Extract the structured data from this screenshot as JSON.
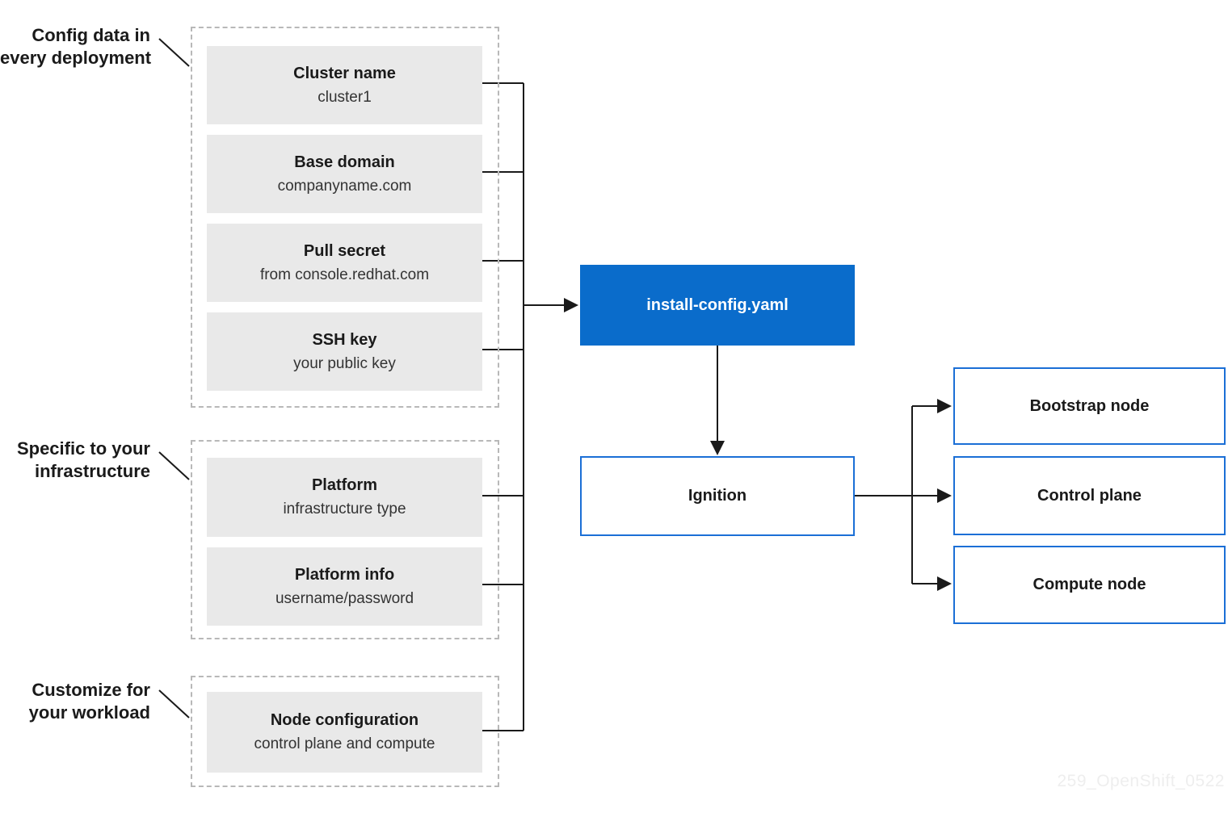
{
  "colors": {
    "accent_blue": "#0a6ccb",
    "node_border_blue": "#1b6fd6",
    "item_gray": "#e9e9e9",
    "dashed_gray": "#b8b8b8",
    "line_black": "#1a1a1a",
    "watermark_gray": "#eeeeee"
  },
  "annotations": [
    {
      "id": "config-data",
      "lines": [
        "Config data in",
        "every deployment"
      ]
    },
    {
      "id": "specific-infra",
      "lines": [
        "Specific to your",
        "infrastructure"
      ]
    },
    {
      "id": "customize",
      "lines": [
        "Customize for",
        "your workload"
      ]
    }
  ],
  "groups": [
    {
      "id": "every-deployment",
      "items": [
        {
          "title": "Cluster name",
          "subtitle": "cluster1"
        },
        {
          "title": "Base domain",
          "subtitle": "companyname.com"
        },
        {
          "title": "Pull secret",
          "subtitle": "from console.redhat.com"
        },
        {
          "title": "SSH key",
          "subtitle": "your public key"
        }
      ]
    },
    {
      "id": "infrastructure",
      "items": [
        {
          "title": "Platform",
          "subtitle": "infrastructure type"
        },
        {
          "title": "Platform info",
          "subtitle": "username/password"
        }
      ]
    },
    {
      "id": "workload",
      "items": [
        {
          "title": "Node configuration",
          "subtitle": "control plane and compute"
        }
      ]
    }
  ],
  "install_config": {
    "label": "install-config.yaml"
  },
  "ignition": {
    "label": "Ignition"
  },
  "nodes": [
    {
      "label": "Bootstrap node"
    },
    {
      "label": "Control plane"
    },
    {
      "label": "Compute node"
    }
  ],
  "watermark": "259_OpenShift_0522"
}
